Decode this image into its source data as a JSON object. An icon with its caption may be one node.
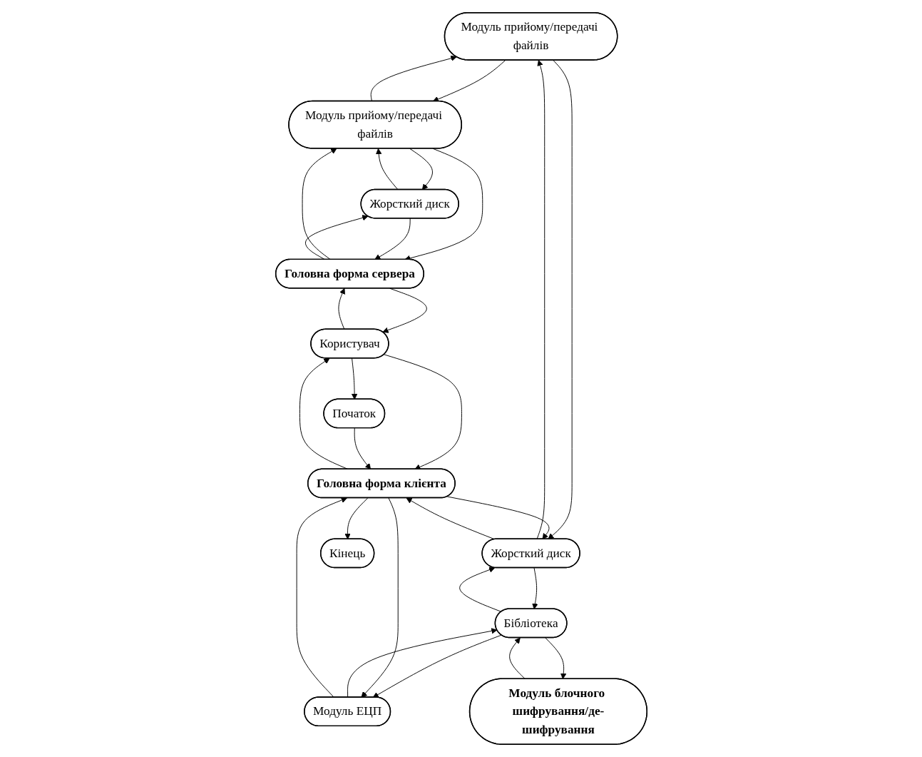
{
  "diagram": {
    "nodes": [
      {
        "text": [
          "Модуль прийому/передачі файлів"
        ]
      },
      {
        "text": [
          "Модуль прийому/передачі файлів"
        ]
      },
      {
        "text": [
          "Жорсткий диск"
        ]
      },
      {
        "text": [
          "Бібліотека"
        ]
      },
      {
        "text": [
          "Модуль ЕЦП"
        ]
      },
      {
        "text": [
          "Головна форма сервера"
        ]
      },
      {
        "text": [
          "Модуль блочного шифрування/де-шифрування"
        ]
      },
      {
        "text": [
          "Жорсткий диск"
        ]
      },
      {
        "text": [
          "Головна форма клієнта"
        ]
      },
      {
        "text": [
          "Користувач"
        ]
      },
      {
        "text": [
          "Кінець"
        ]
      },
      {
        "text": [
          "Початок"
        ]
      }
    ],
    "edges": [
      {
        "from": 0,
        "to": 1,
        "arrow": "to"
      },
      {
        "from": 1,
        "to": 0,
        "arrow": "to"
      },
      {
        "from": 1,
        "to": 2,
        "arrow": "to"
      },
      {
        "from": 2,
        "to": 1,
        "arrow": "to"
      },
      {
        "from": 1,
        "to": 5,
        "arrow": "to"
      },
      {
        "from": 5,
        "to": 1,
        "arrow": "to"
      },
      {
        "from": 2,
        "to": 5,
        "arrow": "to"
      },
      {
        "from": 5,
        "to": 2,
        "arrow": "to"
      },
      {
        "from": 4,
        "to": 3,
        "arrow": "to"
      },
      {
        "from": 3,
        "to": 4,
        "arrow": "to"
      },
      {
        "from": 6,
        "to": 3,
        "arrow": "to"
      },
      {
        "from": 3,
        "to": 6,
        "arrow": "to"
      },
      {
        "from": 0,
        "to": 7,
        "arrow": "to"
      },
      {
        "from": 7,
        "to": 0,
        "arrow": "to"
      },
      {
        "from": 7,
        "to": 3,
        "arrow": "to"
      },
      {
        "from": 3,
        "to": 7,
        "arrow": "to"
      },
      {
        "from": 7,
        "to": 8,
        "arrow": "to"
      },
      {
        "from": 8,
        "to": 7,
        "arrow": "to"
      },
      {
        "from": 8,
        "to": 4,
        "arrow": "to"
      },
      {
        "from": 4,
        "to": 8,
        "arrow": "to"
      },
      {
        "from": 9,
        "to": 8,
        "arrow": "to"
      },
      {
        "from": 8,
        "to": 9,
        "arrow": "to"
      },
      {
        "from": 9,
        "to": 5,
        "arrow": "to"
      },
      {
        "from": 5,
        "to": 9,
        "arrow": "to"
      },
      {
        "from": 9,
        "to": 11,
        "arrow": "to"
      },
      {
        "from": 11,
        "to": 8,
        "arrow": "to"
      },
      {
        "from": 8,
        "to": 10,
        "arrow": "to"
      }
    ]
  }
}
